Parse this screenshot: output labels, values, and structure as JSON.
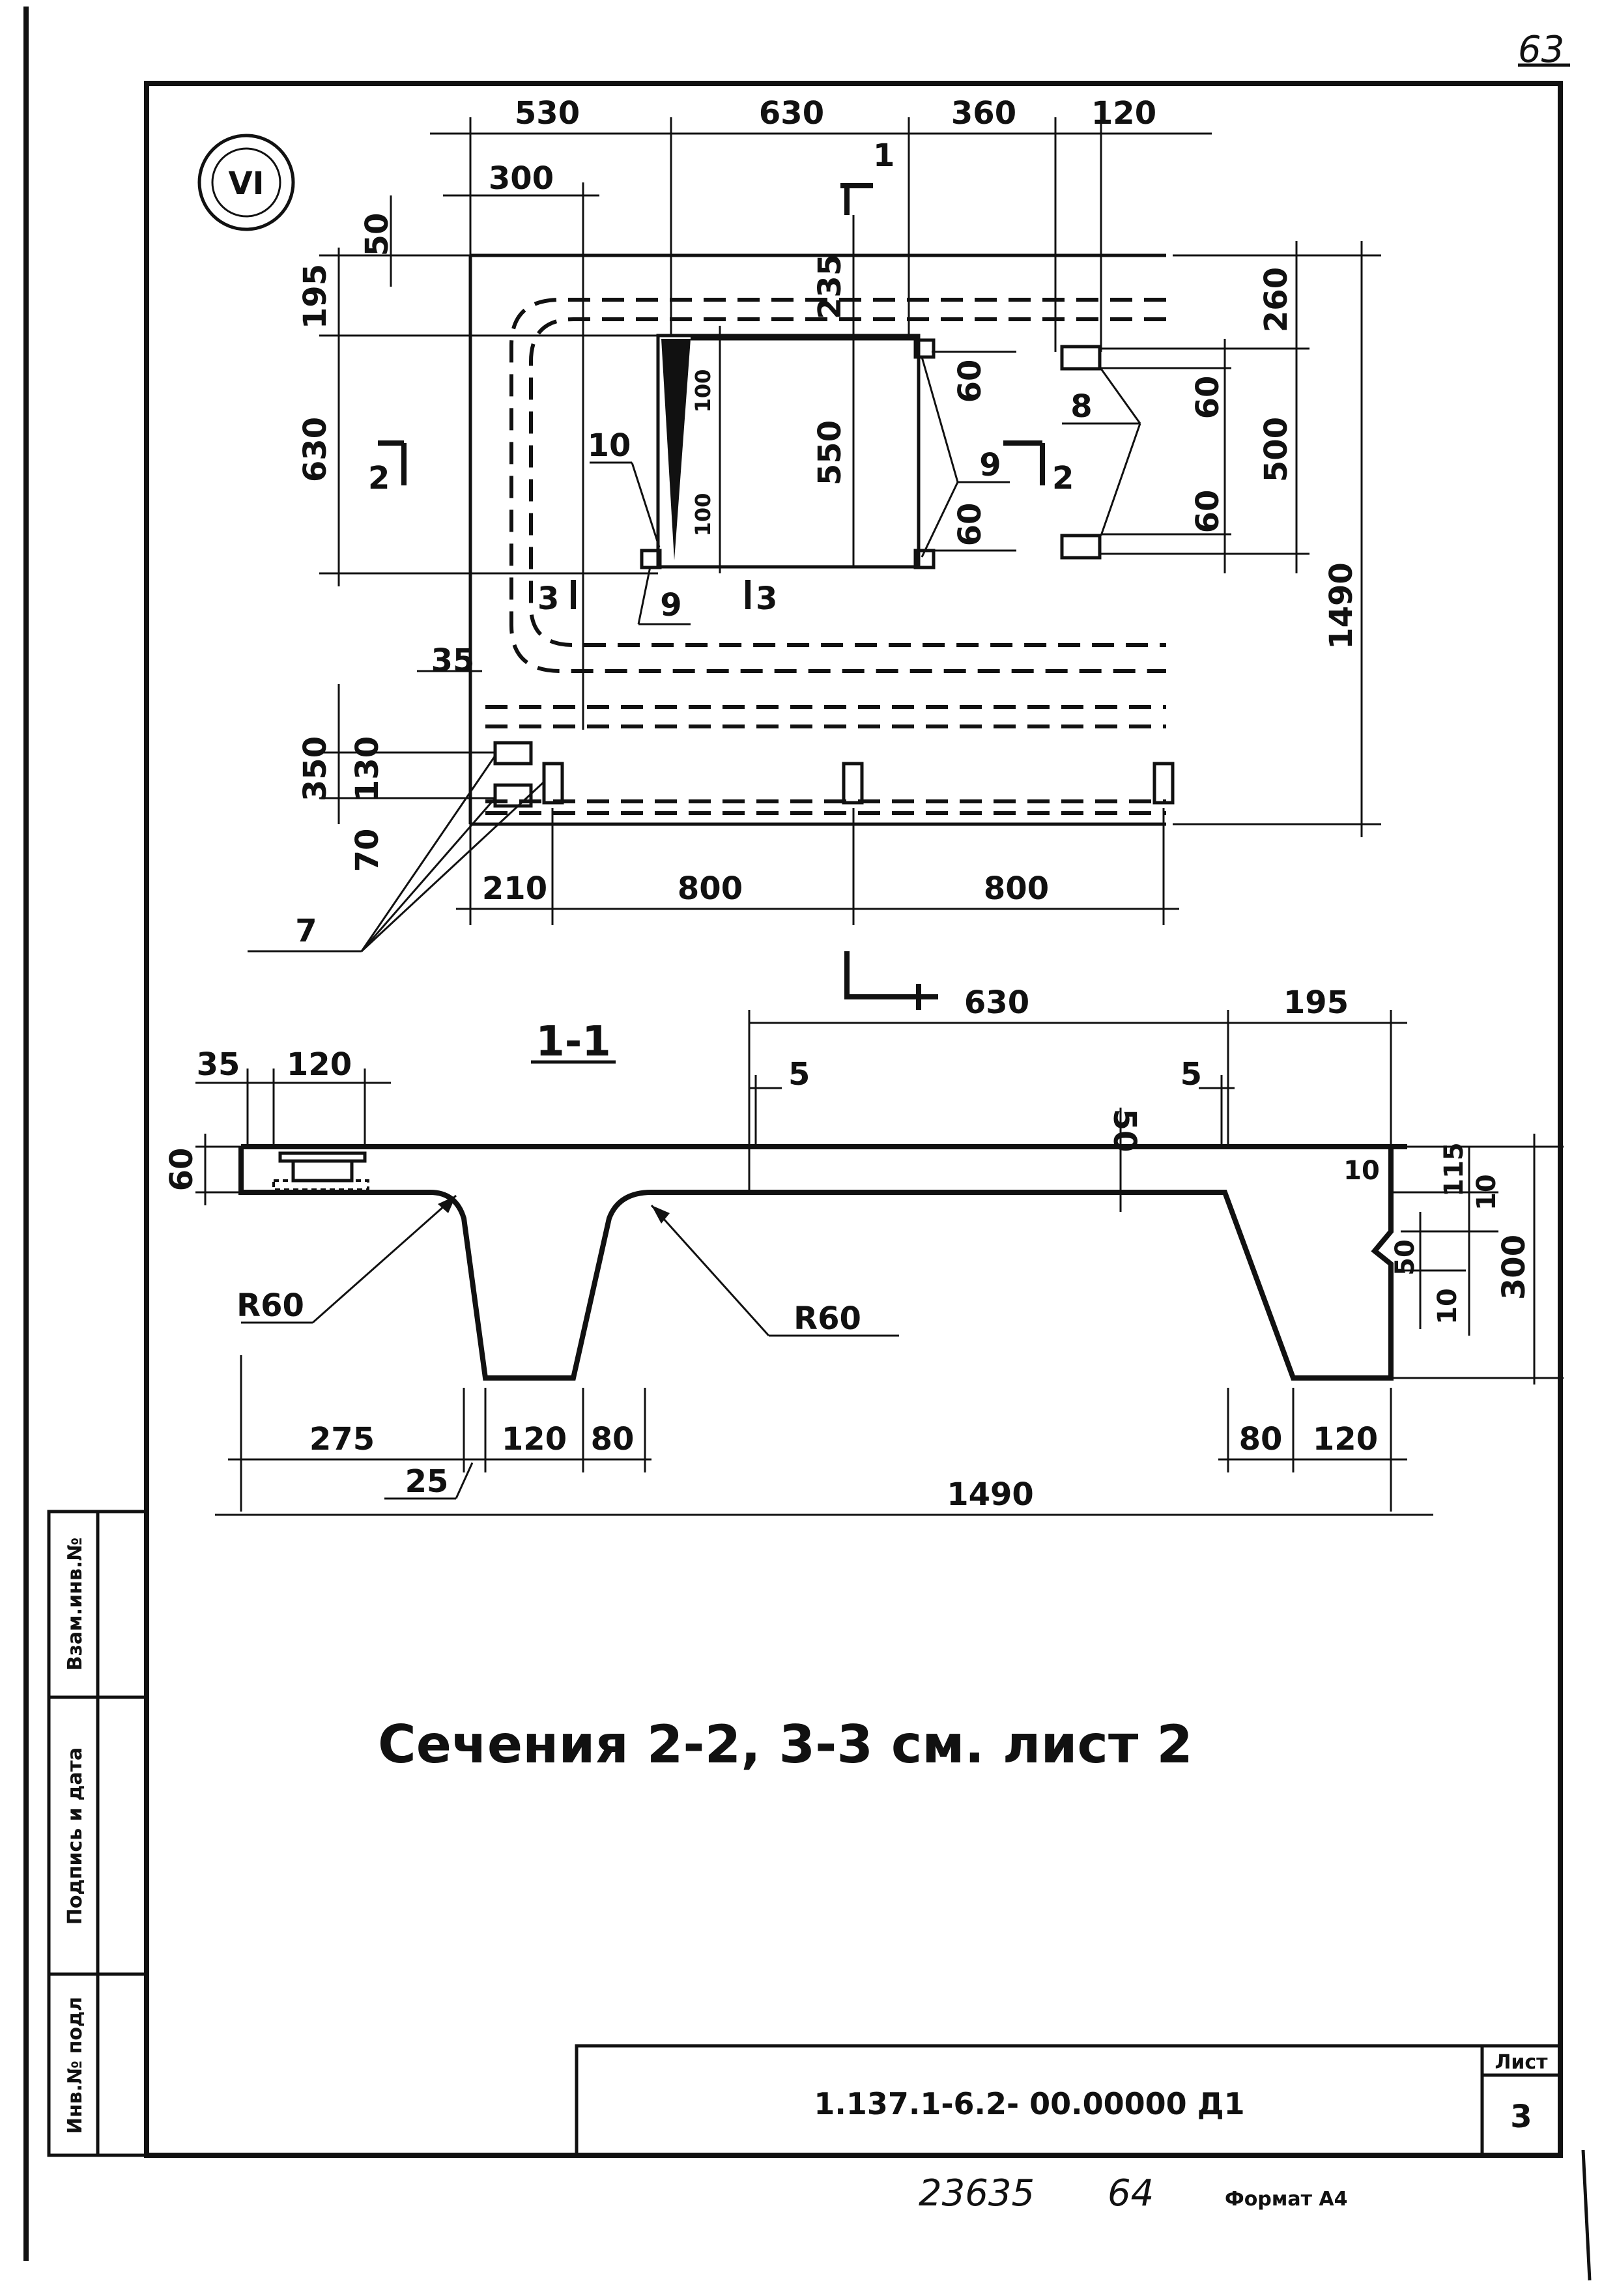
{
  "page_number": "63",
  "view_marker": "VI",
  "plan_dims": {
    "top": [
      "530",
      "630",
      "360",
      "120"
    ],
    "sub_top": "300",
    "left": [
      "50",
      "195",
      "630",
      "35",
      "350",
      "130",
      "70"
    ],
    "inner": [
      "235",
      "100",
      "550",
      "100"
    ],
    "right": [
      "260",
      "60",
      "500",
      "60",
      "1490"
    ],
    "mid": [
      "60",
      "60"
    ],
    "bottom": [
      "210",
      "800",
      "800"
    ]
  },
  "section_marks": [
    "1",
    "2",
    "2",
    "3",
    "3"
  ],
  "callouts": [
    "10",
    "9",
    "9",
    "8",
    "7"
  ],
  "section_title": "1-1",
  "section_dims": {
    "top": [
      "35",
      "120",
      "630",
      "195",
      "5",
      "5",
      "50"
    ],
    "left": "60",
    "right": [
      "10",
      "115",
      "10",
      "50",
      "10",
      "300"
    ],
    "radius": [
      "R60",
      "R60"
    ],
    "bottom": [
      "275",
      "120",
      "80",
      "80",
      "120",
      "25",
      "1490"
    ]
  },
  "note": "Сечения 2-2, 3-3 см. лист 2",
  "side_stamp": [
    "Взам.инв.№",
    "Подпись и дата",
    "Инв.№ подл"
  ],
  "title_block": {
    "code": "1.137.1-6.2- 00.00000 Д1",
    "sheet_label": "Лист",
    "sheet_number": "3"
  },
  "footer": {
    "inventory": "23635",
    "page": "64",
    "format": "Формат А4"
  }
}
